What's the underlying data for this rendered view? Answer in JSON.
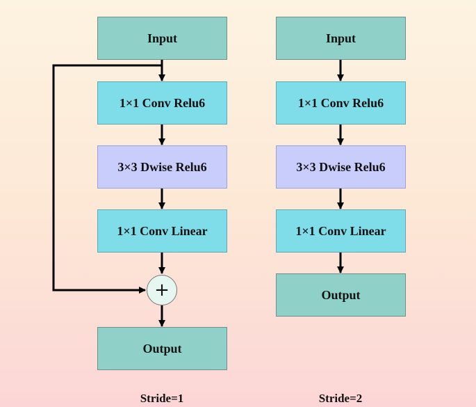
{
  "left_column": {
    "input": "Input",
    "conv1": "1×1 Conv Relu6",
    "dwise": "3×3 Dwise Relu6",
    "conv2": "1×1 Conv Linear",
    "add_symbol": "+",
    "output": "Output",
    "caption": "Stride=1"
  },
  "right_column": {
    "input": "Input",
    "conv1": "1×1 Conv Relu6",
    "dwise": "3×3 Dwise Relu6",
    "conv2": "1×1 Conv Linear",
    "output": "Output",
    "caption": "Stride=2"
  },
  "colors": {
    "input_output_fill": "#8fd1c8",
    "conv_fill": "#7edde9",
    "dwise_fill": "#c9cdfb",
    "add_node_fill": "#e6f6f1"
  }
}
